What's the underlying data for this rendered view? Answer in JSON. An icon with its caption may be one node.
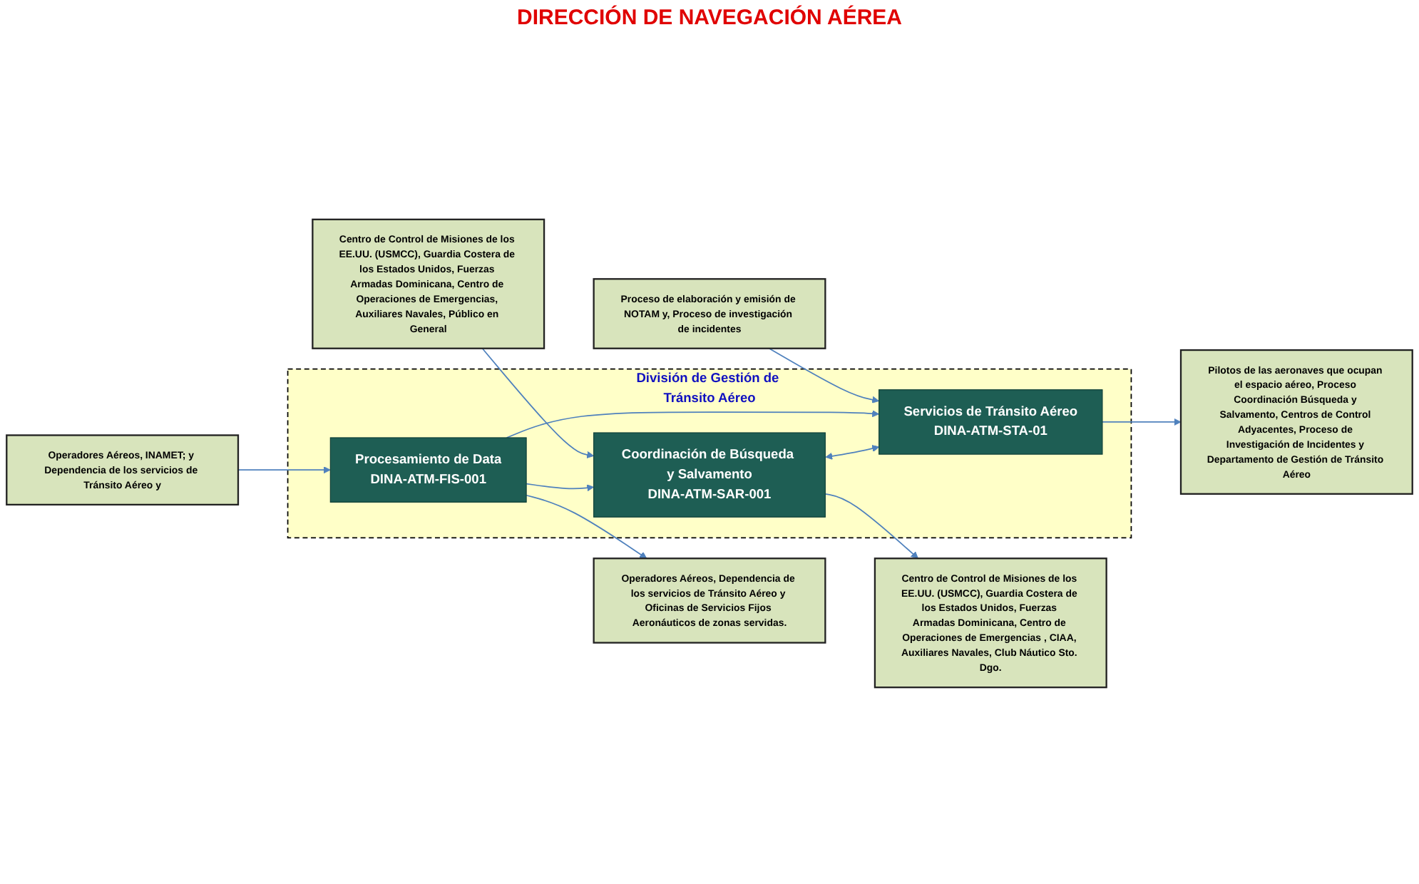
{
  "diagram": {
    "title": "DIRECCIÓN DE NAVEGACIÓN AÉREA",
    "nodes": [
      {
        "text": [
          "Centro de Control de Misiones de los EE.UU. (USMCC), Guardia Costera de los Estados Unidos, Fuerzas Armadas Dominicana, Centro de Operaciones de Emergencias, Auxiliares Navales, Público en General"
        ]
      },
      {
        "text": [
          "Operadores Aéreos, INAMET; y Dependencia de los servicios de Tránsito Aéreo y"
        ]
      },
      {
        "text": [
          "Proceso de elaboración y emisión de NOTAM y, Proceso de investigación de incidentes"
        ]
      },
      {
        "text": [
          "División de Gestión de Tránsito Aéreo"
        ]
      },
      {
        "text": [
          "Coordinación de Búsqueda y Salvamento",
          "DINA-ATM-SAR-001"
        ],
        "in": 3
      },
      {
        "text": [
          "Procesamiento de Data",
          "DINA-ATM-FIS-001"
        ],
        "in": 3
      },
      {
        "text": [
          "Servicios de Tránsito Aéreo",
          "DINA-ATM-STA-01"
        ],
        "in": 3
      },
      {
        "text": [
          "Centro de Control de Misiones de los EE.UU. (USMCC), Guardia Costera de los Estados Unidos, Fuerzas Armadas Dominicana, Centro de Operaciones de Emergencias , CIAA, Auxiliares Navales, Club Náutico Sto. Dgo."
        ]
      },
      {
        "text": [
          "Operadores Aéreos, Dependencia de los servicios de Tránsito Aéreo y Oficinas de Servicios Fijos Aeronáuticos de zonas servidas."
        ]
      },
      {
        "text": [
          "Pilotos de las aeronaves que ocupan el espacio aéreo, Proceso Coordinación Búsqueda y Salvamento, Centros de Control Adyacentes, Proceso de Investigación de Incidentes y Departamento de Gestión de Tránsito Aéreo"
        ]
      }
    ],
    "edges": [
      {
        "from": 0,
        "to": 4,
        "arrow": "to"
      },
      {
        "from": 1,
        "to": 5,
        "arrow": "to"
      },
      {
        "from": 2,
        "to": 6,
        "arrow": "to"
      },
      {
        "from": 5,
        "to": 4,
        "arrow": "to"
      },
      {
        "from": 5,
        "to": 6,
        "arrow": "to"
      },
      {
        "from": 4,
        "to": 6,
        "arrow": "both"
      },
      {
        "from": 4,
        "to": 7,
        "arrow": "to"
      },
      {
        "from": 5,
        "to": 8,
        "arrow": "to"
      },
      {
        "from": 6,
        "to": 9,
        "arrow": "to"
      }
    ]
  }
}
